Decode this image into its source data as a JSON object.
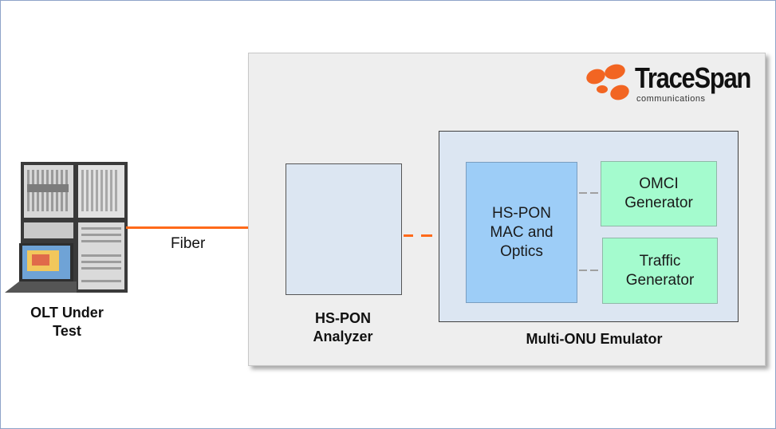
{
  "brand": {
    "name": "TraceSpan",
    "tagline": "communications",
    "colors": {
      "logo_orange": "#f26522",
      "logo_text": "#111111"
    }
  },
  "labels": {
    "olt": "OLT Under\nTest",
    "fiber": "Fiber",
    "analyzer": "HS-PON\nAnalyzer",
    "emulator": "Multi-ONU  Emulator"
  },
  "boxes": {
    "mac": "HS-PON\nMAC and\nOptics",
    "omci": "OMCI\nGenerator",
    "traffic": "Traffic\nGenerator"
  },
  "colors": {
    "fiber": "#ff6a1a",
    "panel": "#eeeeee",
    "light_blue": "#dce6f2",
    "mac_blue": "#9dcdf7",
    "generator_green": "#a4fbce"
  },
  "icons": {
    "olt": "olt-rack-icon",
    "logo": "tracespan-logo-icon"
  }
}
